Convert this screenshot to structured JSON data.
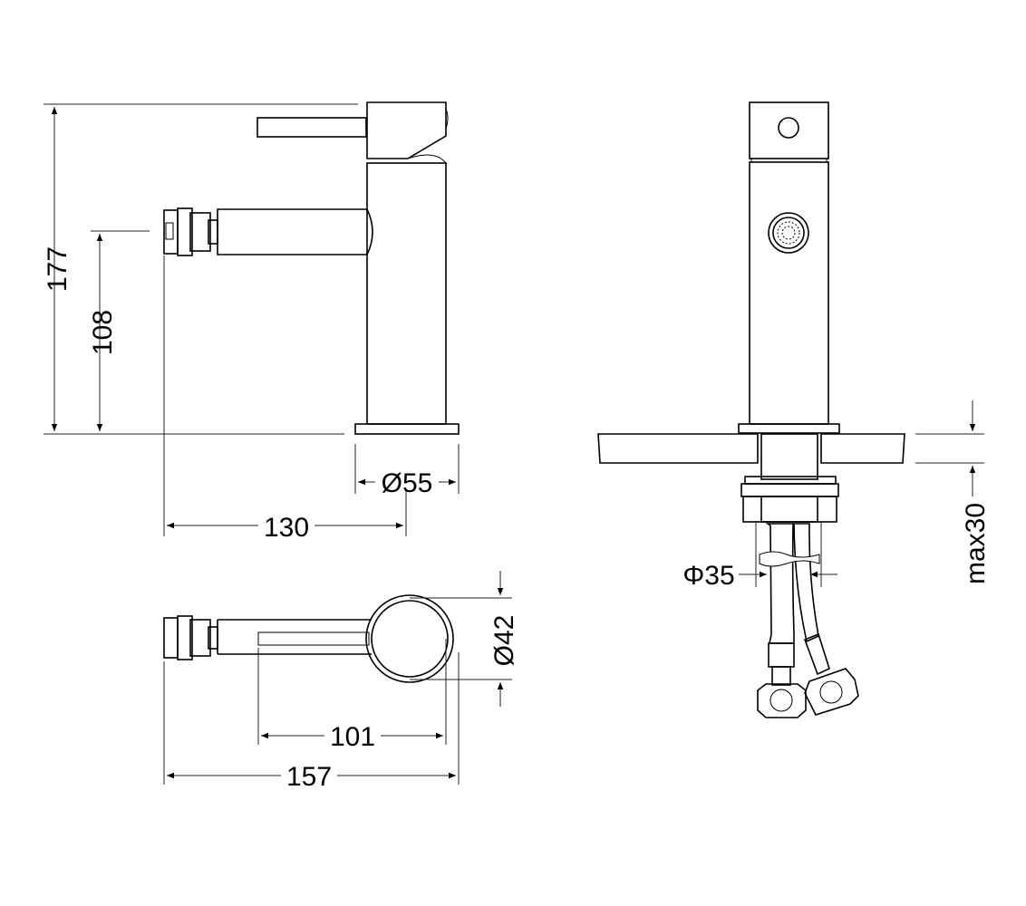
{
  "drawing": {
    "views": [
      "side-view",
      "top-view",
      "front-view"
    ],
    "dimensions": {
      "total_height": "177",
      "spout_height": "108",
      "base_diameter": "Ø55",
      "spout_reach": "130",
      "top_diameter": "Ø42",
      "spout_length_top": "101",
      "total_length": "157",
      "hole_diameter": "Φ35",
      "counter_thickness": "max30"
    },
    "line_color": "#000000",
    "background": "#ffffff"
  }
}
